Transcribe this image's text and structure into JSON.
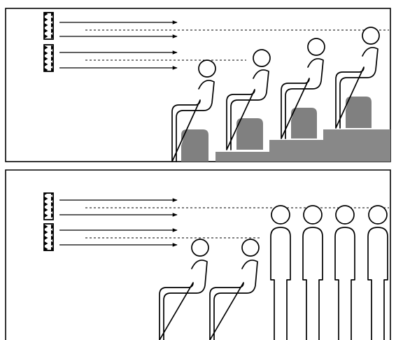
{
  "colors": {
    "stroke": "#000000",
    "fill": "#ffffff",
    "seat": "#808080",
    "platform": "#888888"
  },
  "panels": [
    {
      "name": "tiered-seating-panel",
      "sources": 2,
      "arrows": 4,
      "sightlines": 2,
      "seats": 4,
      "seated_persons": 4,
      "standing_persons": 0
    },
    {
      "name": "standing-crowd-panel",
      "sources": 2,
      "arrows": 4,
      "sightlines": 2,
      "seats": 0,
      "seated_persons": 2,
      "standing_persons": 4
    }
  ]
}
